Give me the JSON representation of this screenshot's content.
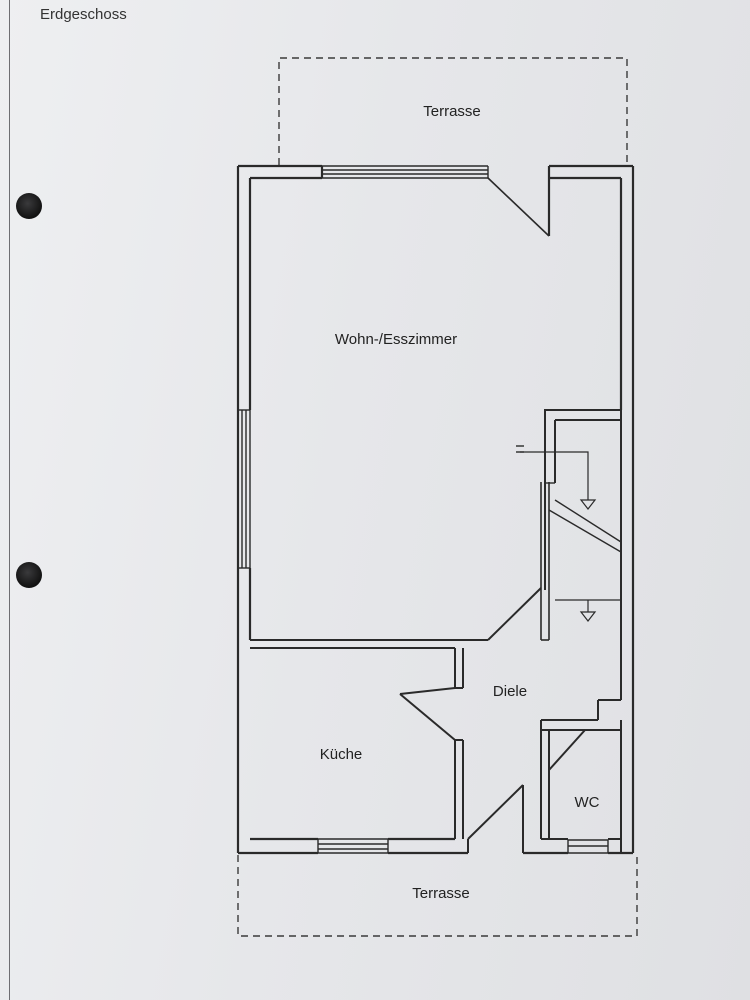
{
  "document": {
    "title": "Erdgeschoss"
  },
  "floor_plan": {
    "rooms": [
      {
        "id": "terrasse-oben",
        "label": "Terrasse"
      },
      {
        "id": "wohn-esszimmer",
        "label": "Wohn-/Esszimmer"
      },
      {
        "id": "diele",
        "label": "Diele"
      },
      {
        "id": "kueche",
        "label": "Küche"
      },
      {
        "id": "wc",
        "label": "WC"
      },
      {
        "id": "terrasse-unten",
        "label": "Terrasse"
      }
    ]
  },
  "colors": {
    "paper": "#e9eaec",
    "line": "#2a2a2a"
  }
}
